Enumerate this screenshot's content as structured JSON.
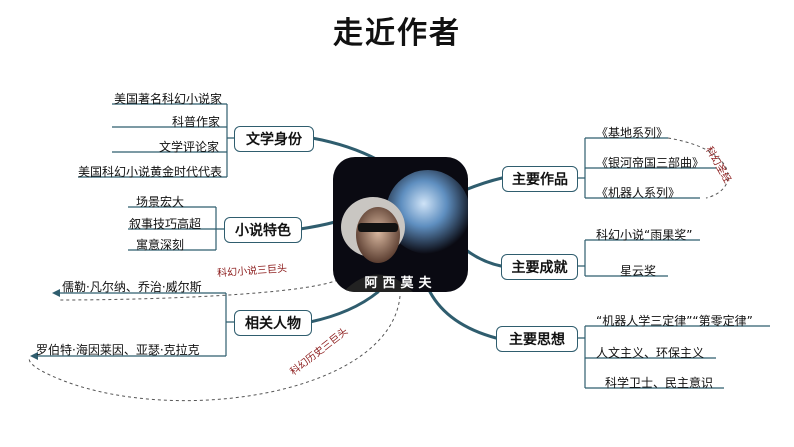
{
  "title": "走近作者",
  "center": {
    "name": "阿西莫夫"
  },
  "branches": {
    "identity": {
      "label": "文学身份",
      "items": [
        "美国著名科幻小说家",
        "科普作家",
        "文学评论家",
        "美国科幻小说黄金时代代表"
      ]
    },
    "features": {
      "label": "小说特色",
      "items": [
        "场景宏大",
        "叙事技巧高超",
        "寓意深刻"
      ]
    },
    "people": {
      "label": "相关人物",
      "items": [
        "儒勒·凡尔纳、乔治·威尔斯",
        "罗伯特·海因莱因、亚瑟·克拉克"
      ]
    },
    "works": {
      "label": "主要作品",
      "items": [
        "《基地系列》",
        "《银河帝国三部曲》",
        "《机器人系列》"
      ]
    },
    "achievements": {
      "label": "主要成就",
      "items": [
        "科幻小说“雨果奖”",
        "星云奖"
      ]
    },
    "thoughts": {
      "label": "主要思想",
      "items": [
        "“机器人学三定律”“第零定律”",
        "人文主义、环保主义",
        "科学卫士、民主意识"
      ]
    }
  },
  "annotations": {
    "sci_fi_three_giants": "科幻小说三巨头",
    "sci_fi_history_three_giants": "科幻历史三巨头",
    "sci_fi_trilogy": "科幻圣经"
  },
  "colors": {
    "line": "#2f5d6e",
    "annotation": "#8b1a1a"
  }
}
